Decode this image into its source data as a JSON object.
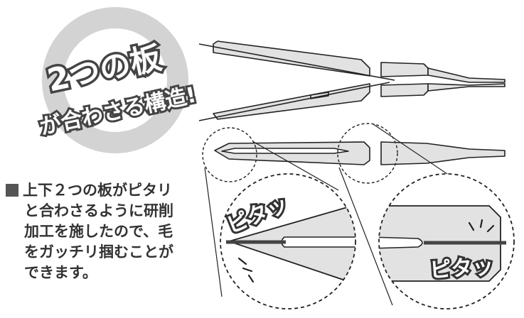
{
  "badge": {
    "line1": "2つの板",
    "line2": "が合わさる構造!"
  },
  "callouts": {
    "left": "ピタッ",
    "right": "ピタッ"
  },
  "caption": {
    "lines": [
      "上下２つの板がピタリ",
      "と合わさるように研削",
      "加工を施したので、毛",
      "をガッチリ掴むことが",
      "できます。"
    ]
  },
  "colors": {
    "badge_ring": "#d3d3d3",
    "outline": "#222222",
    "plate_fill": "#e2e2e2",
    "text": "#333333"
  }
}
